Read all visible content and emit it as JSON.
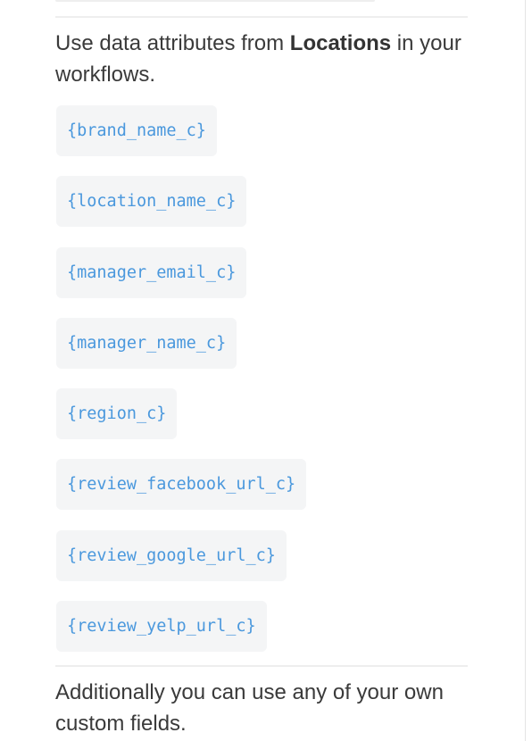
{
  "intro": {
    "prefix": "Use data attributes from ",
    "entity": "Locations",
    "suffix": " in your workflows."
  },
  "attributes": [
    "{brand_name_c}",
    "{location_name_c}",
    "{manager_email_c}",
    "{manager_name_c}",
    "{region_c}",
    "{review_facebook_url_c}",
    "{review_google_url_c}",
    "{review_yelp_url_c}"
  ],
  "outro": "Additionally you can use any of your own custom fields.",
  "colors": {
    "attribute_text": "#4a98dd",
    "attribute_bg": "#f4f5f6",
    "body_text": "#3a3a3a",
    "divider": "#eeeeee"
  }
}
